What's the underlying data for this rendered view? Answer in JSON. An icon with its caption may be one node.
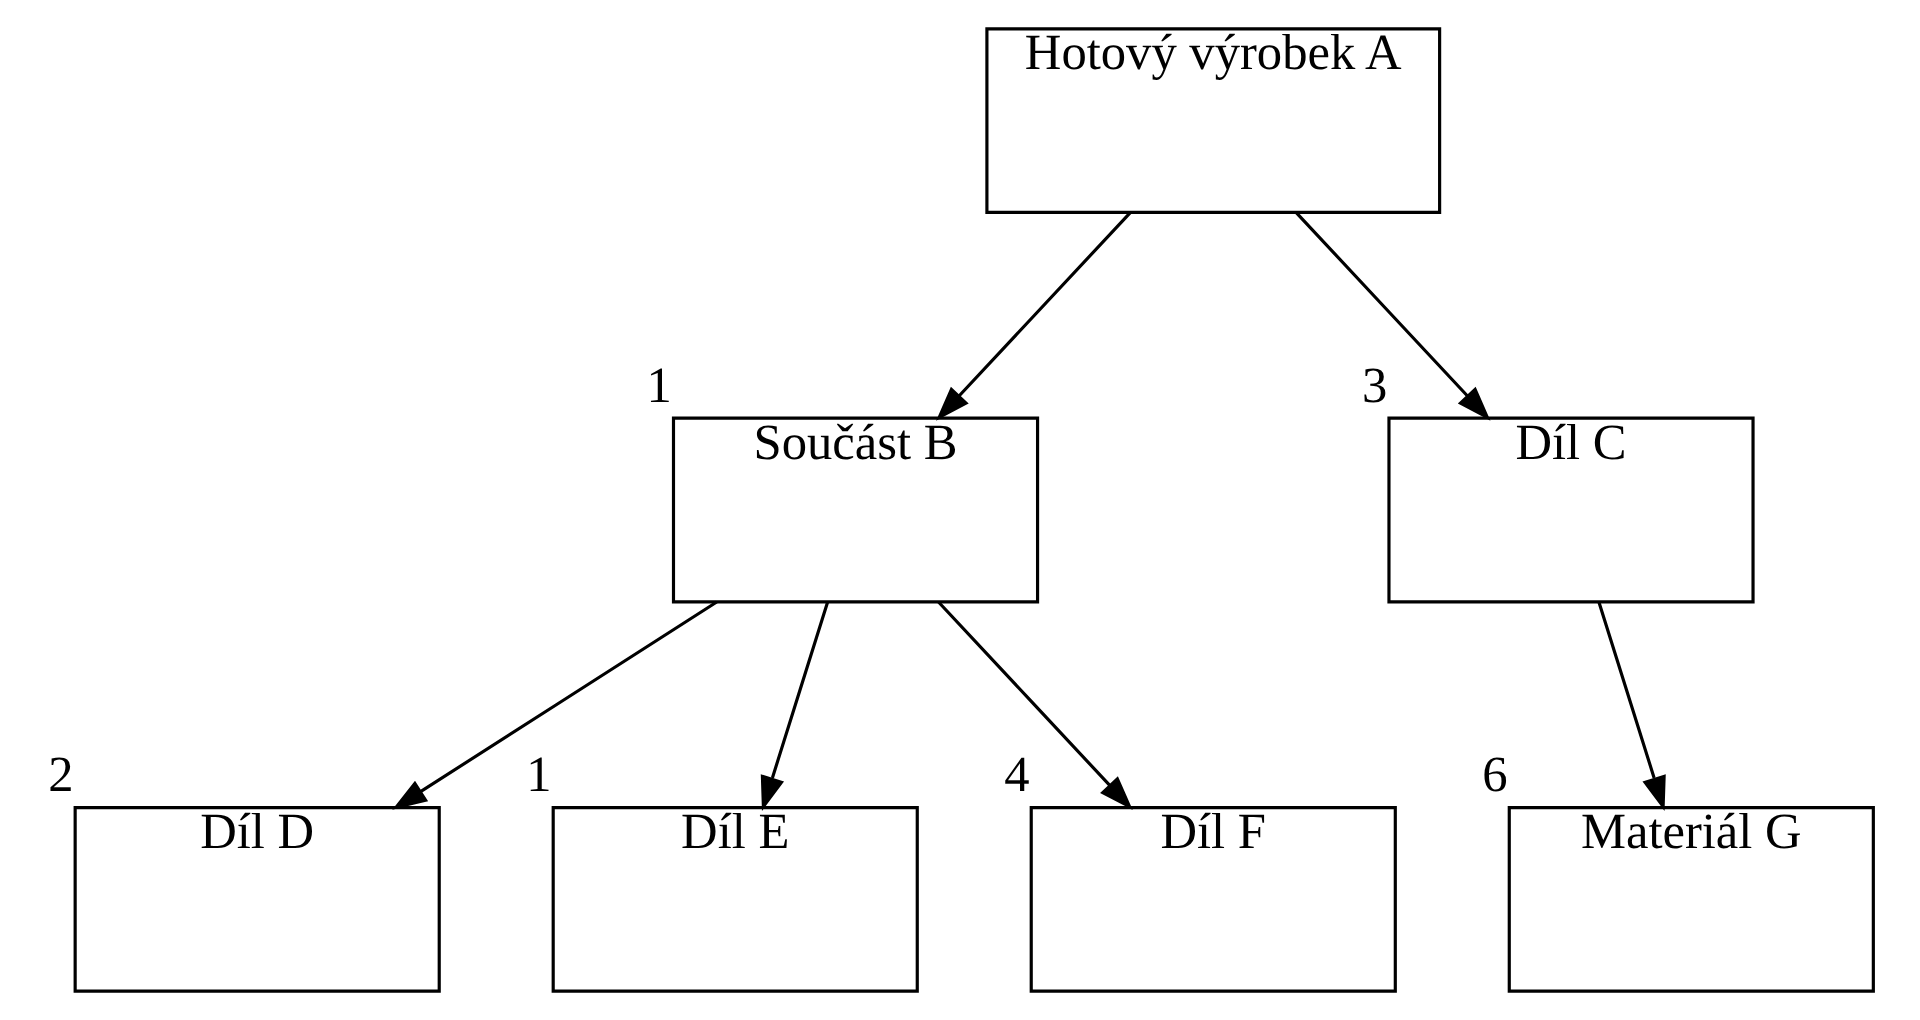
{
  "diagram": {
    "nodes": [
      {
        "text": [
          "Hotový výrobek A"
        ]
      },
      {
        "text": [
          "Součást B"
        ],
        "beside": [
          "1"
        ]
      },
      {
        "text": [
          "Díl C"
        ],
        "beside": [
          "3"
        ]
      },
      {
        "text": [
          "Díl D"
        ],
        "beside": [
          "2"
        ]
      },
      {
        "text": [
          "Díl E"
        ],
        "beside": [
          "1"
        ]
      },
      {
        "text": [
          "Díl F"
        ],
        "beside": [
          "4"
        ]
      },
      {
        "text": [
          "Materiál G"
        ],
        "beside": [
          "6"
        ]
      }
    ],
    "edges": [
      {
        "from": 0,
        "to": 1,
        "arrow": "to"
      },
      {
        "from": 0,
        "to": 2,
        "arrow": "to"
      },
      {
        "from": 1,
        "to": 3,
        "arrow": "to"
      },
      {
        "from": 1,
        "to": 4,
        "arrow": "to"
      },
      {
        "from": 1,
        "to": 5,
        "arrow": "to"
      },
      {
        "from": 2,
        "to": 6,
        "arrow": "to"
      }
    ]
  }
}
